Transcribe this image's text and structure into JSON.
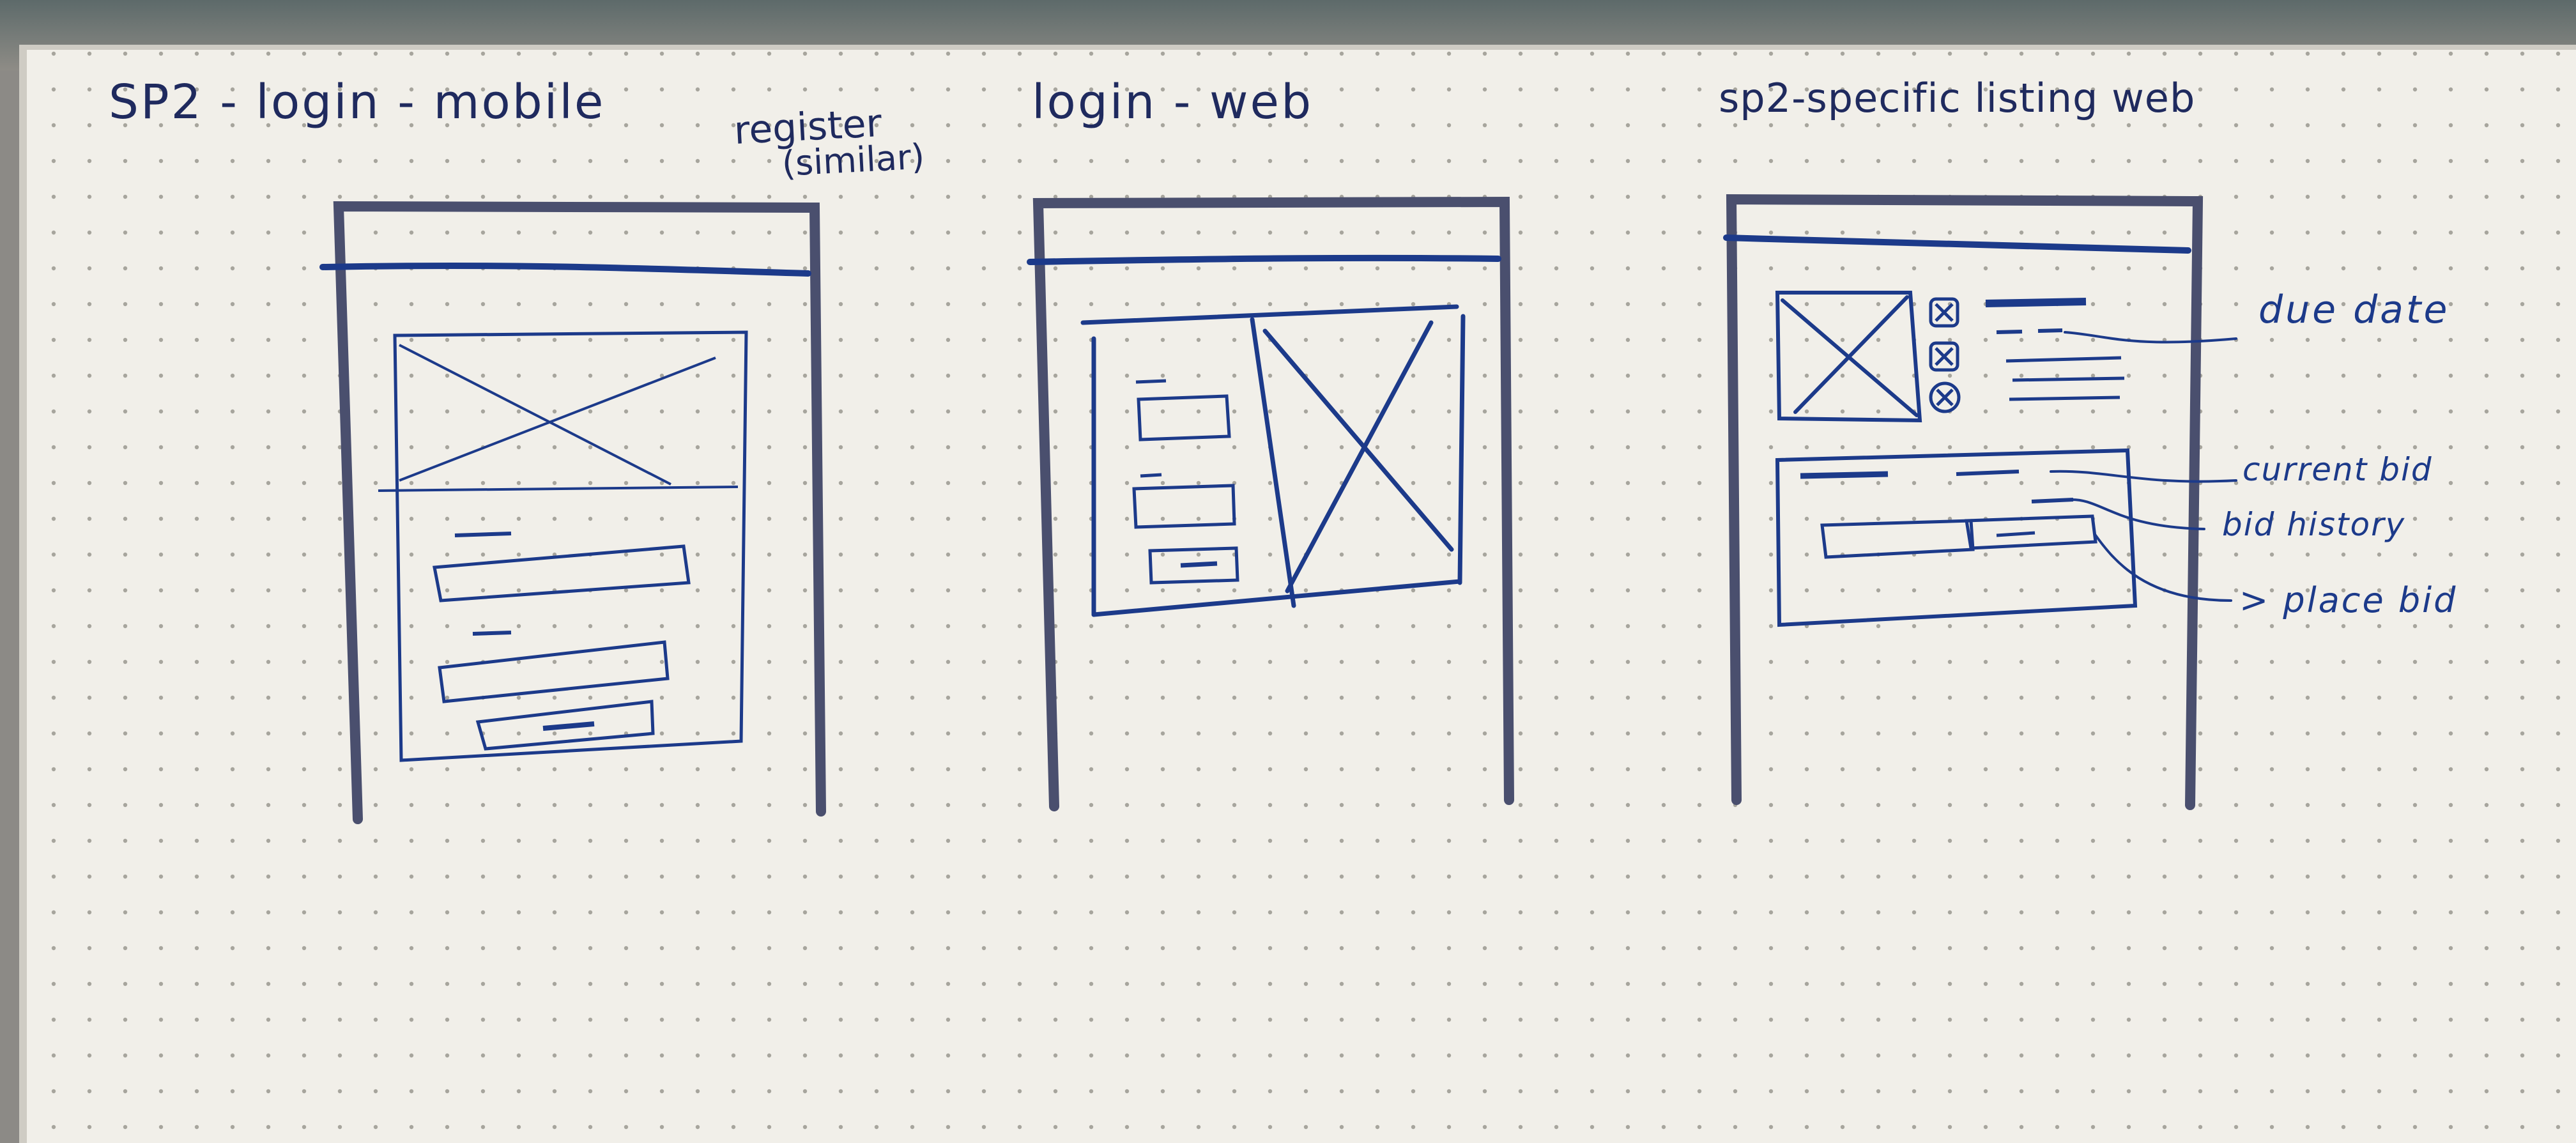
{
  "colors": {
    "paper": "#f1efe9",
    "paper_shadow": "#cfccc4",
    "background": "#8c8a86",
    "frame_ink": "#4a4f6e",
    "blue_ink": "#1c3a8a",
    "dot": "#9a9890"
  },
  "headers": {
    "mobile_login": "SP2  -  login  - mobile",
    "register_note_line1": "register",
    "register_note_line2": "(similar)",
    "web_login": "login  - web",
    "listing": "sp2-specific listing web"
  },
  "annotations": {
    "due_date": "due date",
    "current_bid": "current bid",
    "bid_history": "bid history",
    "place_bid": "> place bid"
  },
  "wireframes": [
    {
      "name": "mobile-login",
      "elements": [
        "image-placeholder",
        "label",
        "input-field",
        "label",
        "input-field",
        "submit-button"
      ]
    },
    {
      "name": "web-login",
      "elements": [
        "label",
        "input-field",
        "label",
        "input-field",
        "submit-button",
        "image-placeholder"
      ]
    },
    {
      "name": "listing-web",
      "elements": [
        "image-placeholder",
        "thumbnail",
        "thumbnail",
        "thumbnail",
        "title",
        "due-date",
        "description",
        "current-bid",
        "bid-history",
        "bid-input",
        "place-bid-button"
      ]
    }
  ]
}
